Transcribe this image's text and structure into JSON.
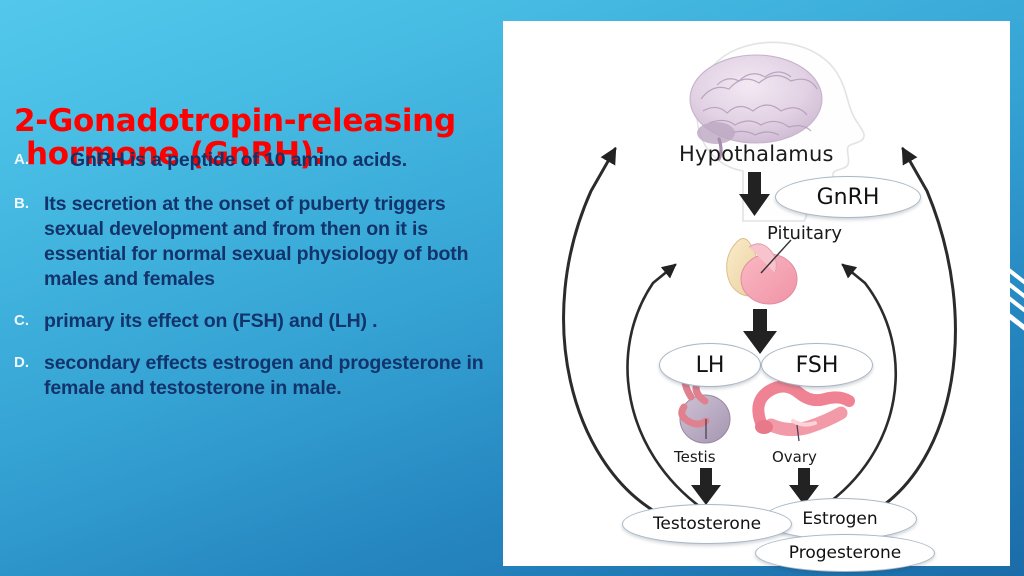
{
  "slide": {
    "title_line1": "2-Gonadotropin-releasing",
    "title_line2": "hormone (GnRH):",
    "title_color": "#ff0000",
    "background_top_color": "#53c8ec",
    "background_bottom_color": "#1b6ca8",
    "body_text_color": "#13336b",
    "marker_color": "#eef7fc"
  },
  "bullets": [
    {
      "marker": "A.",
      "text": "GnRH is a peptide of 10 amino acids."
    },
    {
      "marker": "B.",
      "text": "Its secretion at the onset of puberty triggers sexual development and from then on it is essential for normal sexual physiology of both males and females"
    },
    {
      "marker": "C.",
      "text": "primary its effect on (FSH) and (LH) ."
    },
    {
      "marker": "D.",
      "text": "secondary effects estrogen and progesterone in female and testosterone in male."
    }
  ],
  "diagram": {
    "labels": {
      "hypothalamus": "Hypothalamus",
      "pituitary": "Pituitary",
      "testis": "Testis",
      "ovary": "Ovary"
    },
    "pills": {
      "gnrh": "GnRH",
      "lh": "LH",
      "fsh": "FSH",
      "testosterone": "Testosterone",
      "estrogen": "Estrogen",
      "progesterone": "Progesterone"
    },
    "panel_background": "#ffffff",
    "arrow_color": "#222222"
  }
}
